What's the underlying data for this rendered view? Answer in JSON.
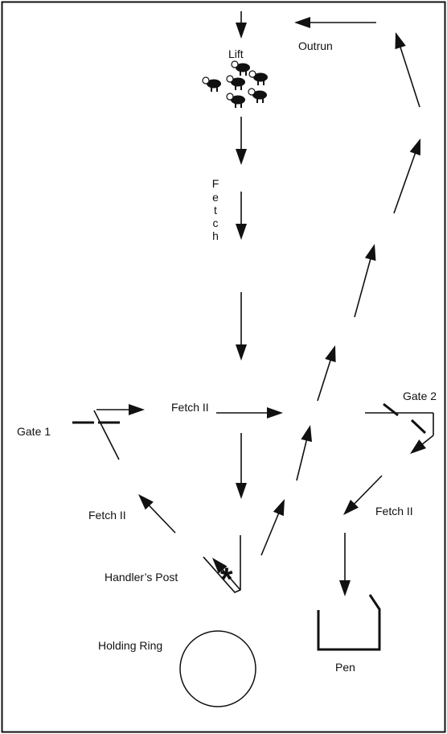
{
  "labels": {
    "lift": "Lift",
    "outrun": "Outrun",
    "fetch_vertical": [
      "F",
      "e",
      "t",
      "c",
      "h"
    ],
    "fetch_ii_center": "Fetch II",
    "gate1": "Gate 1",
    "gate2": "Gate 2",
    "fetch_ii_left": "Fetch II",
    "fetch_ii_right": "Fetch II",
    "handlers_post": "Handler’s Post",
    "handler_marker": "*",
    "holding_ring": "Holding Ring",
    "pen": "Pen"
  },
  "colors": {
    "ink": "#111111",
    "background": "#ffffff"
  }
}
